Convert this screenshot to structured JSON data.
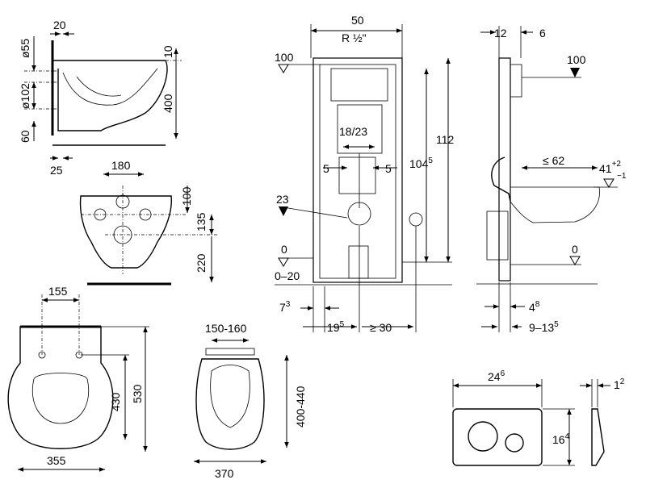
{
  "toilet_side": {
    "d55": "ø55",
    "w20": "20",
    "d102": "ø102",
    "h60": "60",
    "w25": "25",
    "h10": "10",
    "h400": "400"
  },
  "toilet_front": {
    "w180": "180",
    "h100": "100",
    "h135": "135",
    "h220": "220"
  },
  "frame_front": {
    "w50": "50",
    "thread": "R ½\"",
    "lvl100": "100",
    "w18_23": "18/23",
    "l5": "5",
    "r5": "5",
    "lvl23": "23",
    "lvl0": "0",
    "lvl0_20": "0–20",
    "h112": "112",
    "h104": "104",
    "h104_sup": "5",
    "b7": "7",
    "b7_sup": "3",
    "b19": "19",
    "b19_sup": "5",
    "b30": "≥ 30"
  },
  "frame_side": {
    "w12": "12",
    "w6": "6",
    "lvl100": "100",
    "w62": "≤ 62",
    "h41": "41",
    "h41_up": "+2",
    "h41_dn": "−1",
    "lvl0": "0",
    "b4": "4",
    "b4_sup": "8",
    "b9": "9–13",
    "b9_sup": "5"
  },
  "seat_top": {
    "w155": "155",
    "h430": "430",
    "h530": "530",
    "w355": "355"
  },
  "seat_oval": {
    "w150": "150-160",
    "h400": "400-440",
    "w370": "370"
  },
  "flush_plate": {
    "w24": "24",
    "w24_sup": "6",
    "w1": "1",
    "w1_sup": "2",
    "h16": "16",
    "h16_sup": "4"
  }
}
